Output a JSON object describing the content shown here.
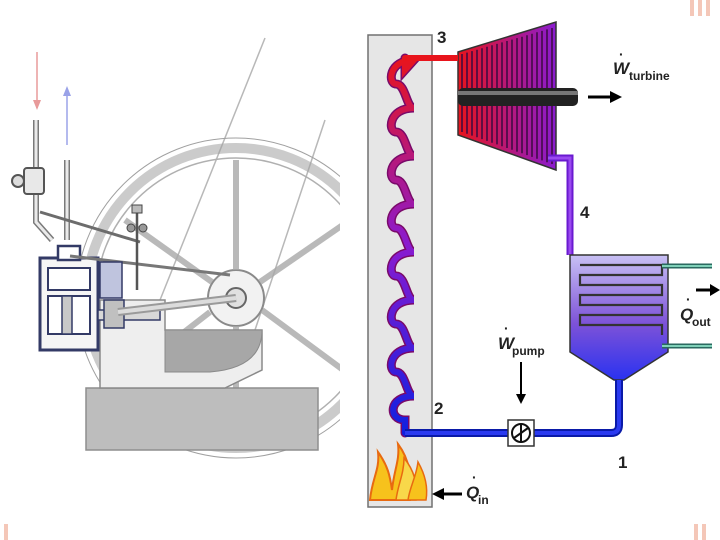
{
  "slide": {
    "colors": {
      "accent": "#f4c7b8",
      "hot": "#e8141c",
      "mid": "#8a1bd0",
      "cold": "#1020e0"
    }
  },
  "engine_figure": {
    "icon": "steam-engine-illustration"
  },
  "cycle_diagram": {
    "state_labels": {
      "s1": "1",
      "s2": "2",
      "s3": "3",
      "s4": "4"
    },
    "turbine_work": {
      "symbol": "W",
      "subscript": "turbine"
    },
    "pump_work": {
      "symbol": "W",
      "subscript": "pump"
    },
    "heat_out": {
      "symbol": "Q",
      "subscript": "out"
    },
    "heat_in": {
      "symbol": "Q",
      "subscript": "in"
    }
  }
}
